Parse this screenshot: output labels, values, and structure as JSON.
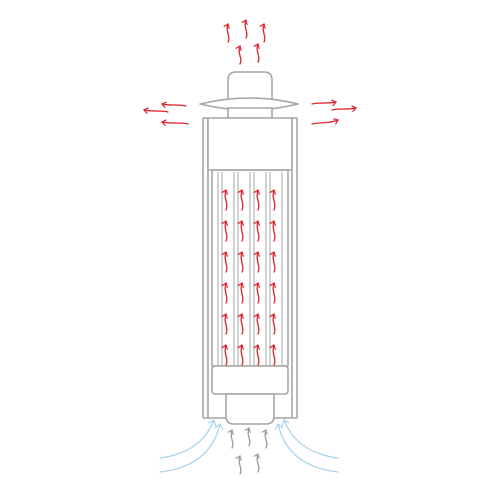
{
  "diagram": {
    "colors": {
      "outline": "#a6a6a6",
      "hot_air": "#e0202a",
      "cold_air": "#a9d4ec",
      "intake_air": "#9a9a9a",
      "background": "#ffffff"
    },
    "icons": {
      "hot_arrow": "wavy-up-arrow-red",
      "cold_stream": "curved-arrow-light-blue",
      "intake_arrow": "wavy-up-arrow-grey"
    }
  }
}
